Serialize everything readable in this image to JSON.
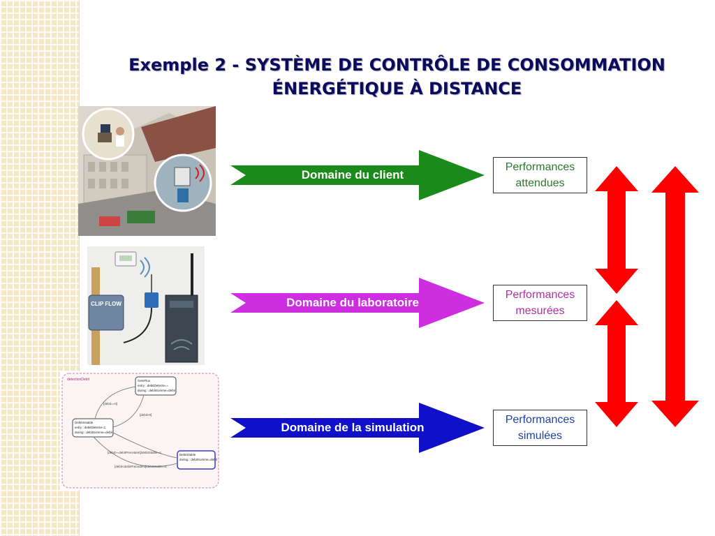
{
  "slide": {
    "title_line1": "Exemple 2 - SYSTÈME DE CONTRÔLE DE CONSOMMATION",
    "title_line2": "ÉNERGÉTIQUE À DISTANCE"
  },
  "rows": [
    {
      "arrow_label": "Domaine du client",
      "arrow_color": "#1a8a1a",
      "box_line1": "Performances",
      "box_line2": "attendues",
      "box_color": "#2c7a2c"
    },
    {
      "arrow_label": "Domaine du laboratoire",
      "arrow_color": "#cc2ee0",
      "box_line1": "Performances",
      "box_line2": "mesurées",
      "box_color": "#b02fa6"
    },
    {
      "arrow_label": "Domaine de la simulation",
      "arrow_color": "#1010c8",
      "box_line1": "Performances",
      "box_line2": "simulées",
      "box_color": "#2042a8"
    }
  ],
  "illustrations": {
    "lab_device_label": "CLIP FLOW",
    "sim_state_top_title": "GetsFlux",
    "sim_state_top_entry": "entry : debitDetecte==",
    "sim_state_top_during": "during : debitSomme=debit",
    "sim_state_left_title": "DebitInstable",
    "sim_state_left_entry": "entry : debitDetecte=1;",
    "sim_state_left_during": "during : debitSomme=debit",
    "sim_state_right_title": "DebitStable",
    "sim_state_right_during": "during : debitSomme=debit",
    "sim_chart_label": "detectionDebit",
    "sim_transition_1": "[debit==0]",
    "sim_transition_2": "[debit>0]",
    "sim_transition_3": "[debit>=debitPrecedent]/debitStable=1;",
    "sim_transition_4": "[debit<debitPrecedent]/debitStable=0;"
  },
  "colors": {
    "double_arrow": "#ff0000",
    "title": "#0b0b5e"
  },
  "icons": [
    "double-headed-arrow-icon",
    "chevron-arrow-icon"
  ]
}
